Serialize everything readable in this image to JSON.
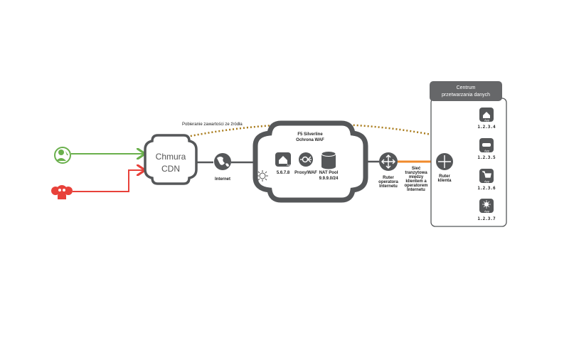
{
  "fetch_label": "Pobieranie zawartości ze źródła",
  "cdn": {
    "line1": "Chmura",
    "line2": "CDN"
  },
  "internet_label": "Internet",
  "waf": {
    "title1": "F5 Silverline",
    "title2": "Ochrona WAF",
    "app_ip": "5.6.7.8",
    "proxy_label": "Proxy/WAF",
    "nat_label": "NAT Pool",
    "nat_range": "9.9.9.0/24",
    "app_badge": "App"
  },
  "isp_router": [
    "Ruter",
    "operatora",
    "Internetu"
  ],
  "transit": [
    "Sieć",
    "tranzytowa",
    "między",
    "klientem a",
    "operatorem",
    "Internetu"
  ],
  "client_router": [
    "Ruter",
    "klienta"
  ],
  "datacenter": {
    "title1": "Centrum",
    "title2": "przetwarzania danych",
    "apps": [
      {
        "icon": "home-icon",
        "badge": "App",
        "ip": "1.2.3.4"
      },
      {
        "icon": "car-icon",
        "badge": "App",
        "ip": "1.2.3.5"
      },
      {
        "icon": "cart-icon",
        "badge": "App",
        "ip": "1.2.3.6"
      },
      {
        "icon": "sun-icon",
        "badge": "App",
        "ip": "1.2.3.7"
      }
    ]
  },
  "colors": {
    "legit": "#6ab04c",
    "attack": "#e8413a",
    "transit": "#f08a2c",
    "fetch": "#a87a1a",
    "dark": "#555759"
  }
}
